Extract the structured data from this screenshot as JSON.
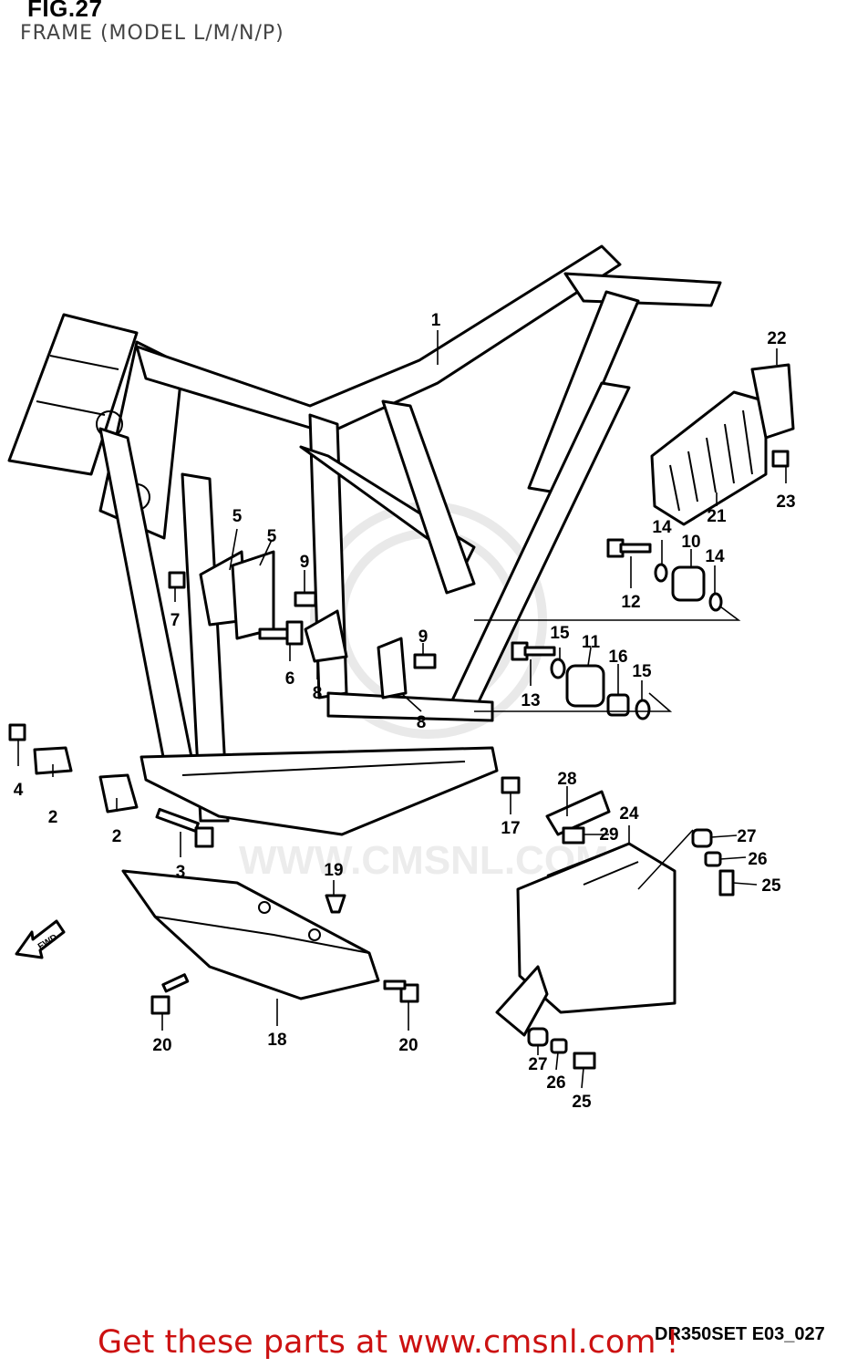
{
  "header": {
    "title": "FIG.27",
    "subtitle": "FRAME (MODEL L/M/N/P)"
  },
  "watermark": {
    "text": "WWW.CMSNL.COM"
  },
  "fwd_arrow": {
    "label": "FWD"
  },
  "callouts": {
    "c1": "1",
    "c2a": "2",
    "c2b": "2",
    "c3": "3",
    "c4": "4",
    "c5a": "5",
    "c5b": "5",
    "c6": "6",
    "c7": "7",
    "c8a": "8",
    "c8b": "8",
    "c9a": "9",
    "c9b": "9",
    "c10": "10",
    "c11": "11",
    "c12": "12",
    "c13": "13",
    "c14a": "14",
    "c14b": "14",
    "c15a": "15",
    "c15b": "15",
    "c16": "16",
    "c17": "17",
    "c18": "18",
    "c19": "19",
    "c20a": "20",
    "c20b": "20",
    "c21": "21",
    "c22": "22",
    "c23": "23",
    "c24": "24",
    "c25a": "25",
    "c25b": "25",
    "c26a": "26",
    "c26b": "26",
    "c27a": "27",
    "c27b": "27",
    "c28": "28",
    "c29": "29"
  },
  "footer": {
    "diagram_code": "DR350SET E03_027",
    "banner": "Get these parts at www.cmsnl.com !",
    "banner_color": "#cc1111"
  }
}
